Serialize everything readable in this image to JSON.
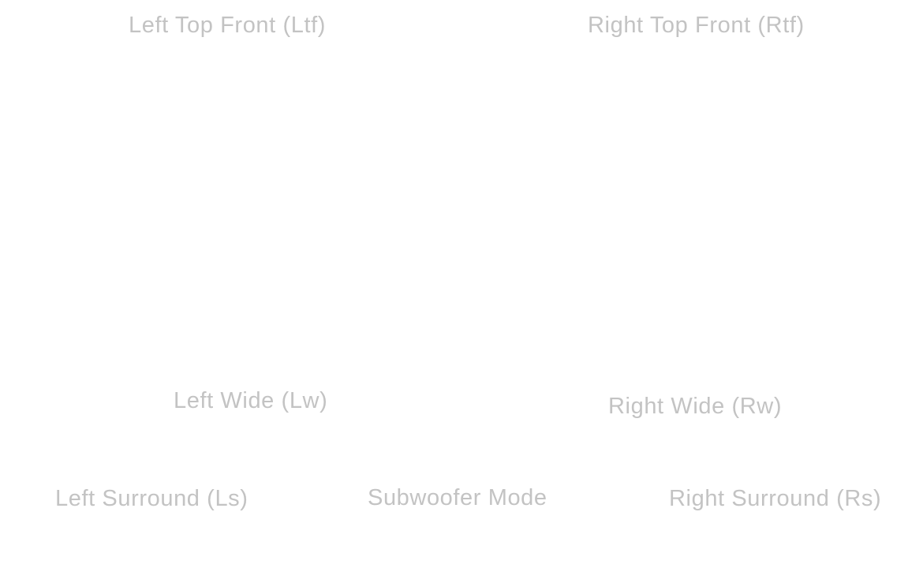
{
  "speakers": {
    "left_top_front": "Left Top Front (Ltf)",
    "right_top_front": "Right Top Front (Rtf)",
    "left_wide": "Left Wide (Lw)",
    "right_wide": "Right Wide (Rw)",
    "left_surround": "Left Surround (Ls)",
    "subwoofer_mode": "Subwoofer Mode",
    "right_surround": "Right Surround (Rs)"
  },
  "colors": {
    "label_text": "#c3c3c3",
    "background": "#ffffff"
  }
}
